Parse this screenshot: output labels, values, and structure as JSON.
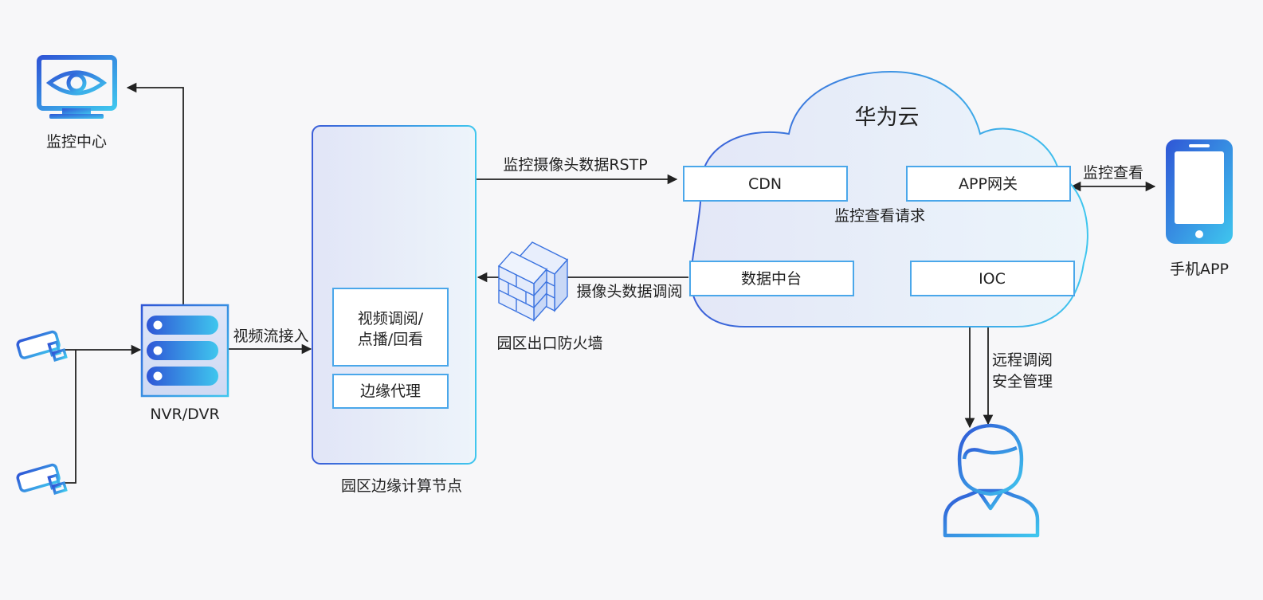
{
  "labels": {
    "monitor_center": "监控中心",
    "nvr": "NVR/DVR",
    "video_ingest": "视频流接入",
    "edge_node": "园区边缘计算节点",
    "edge_box_line1": "视频调阅/",
    "edge_box_line2": "点播/回看",
    "edge_proxy": "边缘代理",
    "rstp_flow": "监控摄像头数据RSTP",
    "firewall": "园区出口防火墙",
    "camera_read": "摄像头数据调阅",
    "cloud_title": "华为云",
    "cdn": "CDN",
    "app_gateway": "APP网关",
    "view_request": "监控查看请求",
    "data_platform": "数据中台",
    "ioc": "IOC",
    "monitor_view": "监控查看",
    "mobile_app": "手机APP",
    "remote_line1": "远程调阅",
    "remote_line2": "安全管理"
  },
  "icons": {
    "monitor": "monitor-eye-icon",
    "camera": "cctv-camera-icon",
    "server": "server-rack-icon",
    "firewall": "brick-wall-icon",
    "phone": "smartphone-icon",
    "user": "user-avatar-icon"
  },
  "colors": {
    "blue_dark": "#2f56d6",
    "blue_light": "#3fc6ee",
    "box_border": "#4aa7ea",
    "line": "#222222"
  }
}
